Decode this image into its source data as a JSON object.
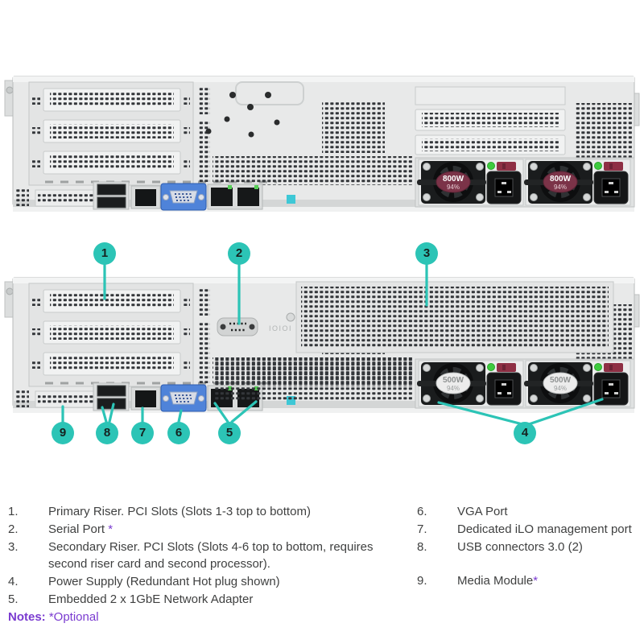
{
  "colors": {
    "callout_teal": "#2cc4b6",
    "note_purple": "#7a3bd0",
    "legend_text": "#3f4040",
    "vga_blue": "#4f83d9",
    "uid_cyan": "#3ec8d6",
    "psu_label_maroon": "#7b3348",
    "nic_green": "#57d057"
  },
  "callouts": {
    "c1": "1",
    "c2": "2",
    "c3": "3",
    "c4": "4",
    "c5": "5",
    "c6": "6",
    "c7": "7",
    "c8": "8",
    "c9": "9"
  },
  "server_top": {
    "psu1_watt": "800W",
    "psu1_eff": "94%",
    "psu2_watt": "800W",
    "psu2_eff": "94%"
  },
  "server_bottom": {
    "serial_label": "IOIOI",
    "psu1_watt": "500W",
    "psu1_eff": "94%",
    "psu2_watt": "500W",
    "psu2_eff": "94%"
  },
  "legend": {
    "left": [
      {
        "num": "1.",
        "text": "Primary Riser. PCI Slots (Slots 1-3 top to bottom)",
        "suffix": ""
      },
      {
        "num": "2.",
        "text": "Serial Port ",
        "suffix": "*"
      },
      {
        "num": "3.",
        "text": "Secondary Riser. PCI Slots (Slots 4-6 top to bottom, requires second riser card and second processor).",
        "suffix": ""
      },
      {
        "num": "4.",
        "text": "Power Supply  (Redundant Hot plug shown)",
        "suffix": ""
      },
      {
        "num": "5.",
        "text": "Embedded 2 x 1GbE Network Adapter",
        "suffix": ""
      }
    ],
    "right": [
      {
        "num": "6.",
        "text": "VGA Port",
        "suffix": ""
      },
      {
        "num": "7.",
        "text": "Dedicated iLO management port",
        "suffix": ""
      },
      {
        "num": "8.",
        "text": "USB connectors 3.0 (2)",
        "suffix": ""
      },
      {
        "num": "9.",
        "text": "Media Module",
        "suffix": "*"
      }
    ],
    "notes_label": "Notes:",
    "notes_text": " *Optional"
  }
}
